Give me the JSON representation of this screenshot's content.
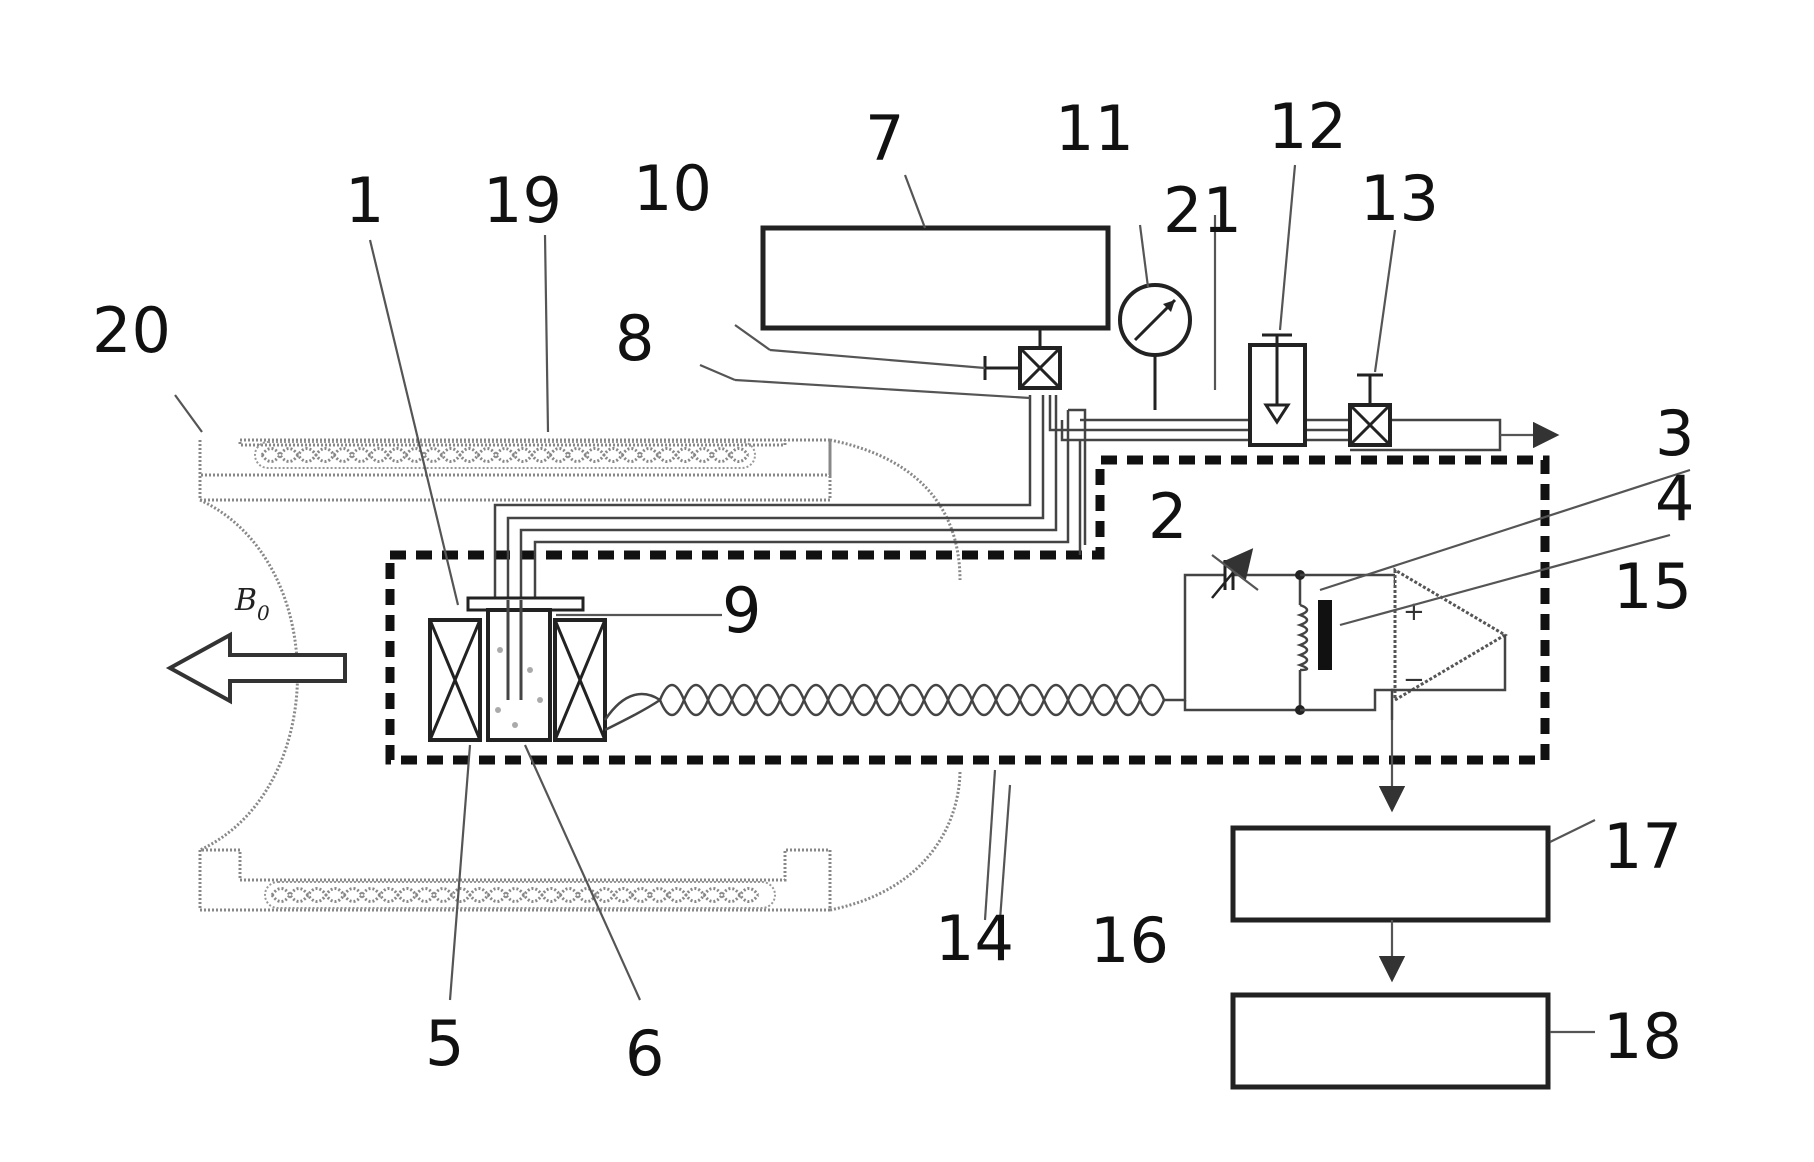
{
  "figure": {
    "field_label": "B",
    "field_subscript": "0",
    "amp_plus": "+",
    "amp_minus": "−",
    "labels": {
      "r1": "1",
      "r2": "2",
      "r3": "3",
      "r4": "4",
      "r5": "5",
      "r6": "6",
      "r7": "7",
      "r8": "8",
      "r9": "9",
      "r10": "10",
      "r11": "11",
      "r12": "12",
      "r13": "13",
      "r14": "14",
      "r15": "15",
      "r16": "16",
      "r17": "17",
      "r18": "18",
      "r19": "19",
      "r20": "20",
      "r21": "21"
    }
  }
}
